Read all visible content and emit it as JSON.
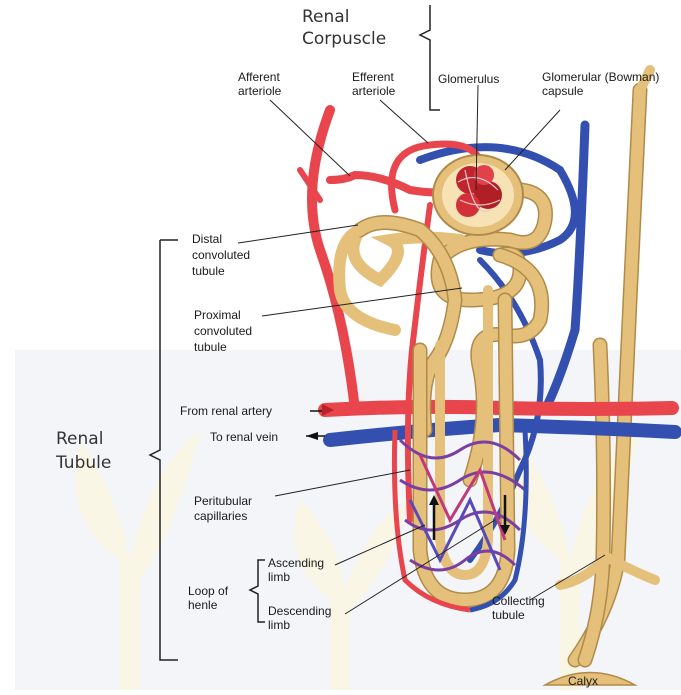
{
  "colors": {
    "artery": "#e8454d",
    "artery_dark": "#b8222a",
    "vein": "#3350b0",
    "tubule": "#e5c07b",
    "tubule_edge": "#b08a48",
    "capillary_purple": "#7a3fa0",
    "watermark": "#c9cfe0"
  },
  "headings": {
    "renal_corpuscle": [
      "Renal",
      "Corpuscle"
    ],
    "renal_tubule": [
      "Renal",
      "Tubule"
    ]
  },
  "labels": {
    "afferent": [
      "Afferent",
      "arteriole"
    ],
    "efferent": [
      "Efferent",
      "arteriole"
    ],
    "glomerulus": "Glomerulus",
    "bowman": [
      "Glomerular (Bowman)",
      "capsule"
    ],
    "distal": [
      "Distal",
      "convoluted",
      "tubule"
    ],
    "proximal": [
      "Proximal",
      "convoluted",
      "tubule"
    ],
    "from_artery": "From renal artery",
    "to_vein": "To renal vein",
    "peritubular": [
      "Peritubular",
      "capillaries"
    ],
    "ascending": [
      "Ascending",
      "limb"
    ],
    "loop": [
      "Loop of",
      "henle"
    ],
    "descending": [
      "Descending",
      "limb"
    ],
    "collecting": [
      "Collecting",
      "tubule"
    ],
    "calyx": "Calyx"
  }
}
